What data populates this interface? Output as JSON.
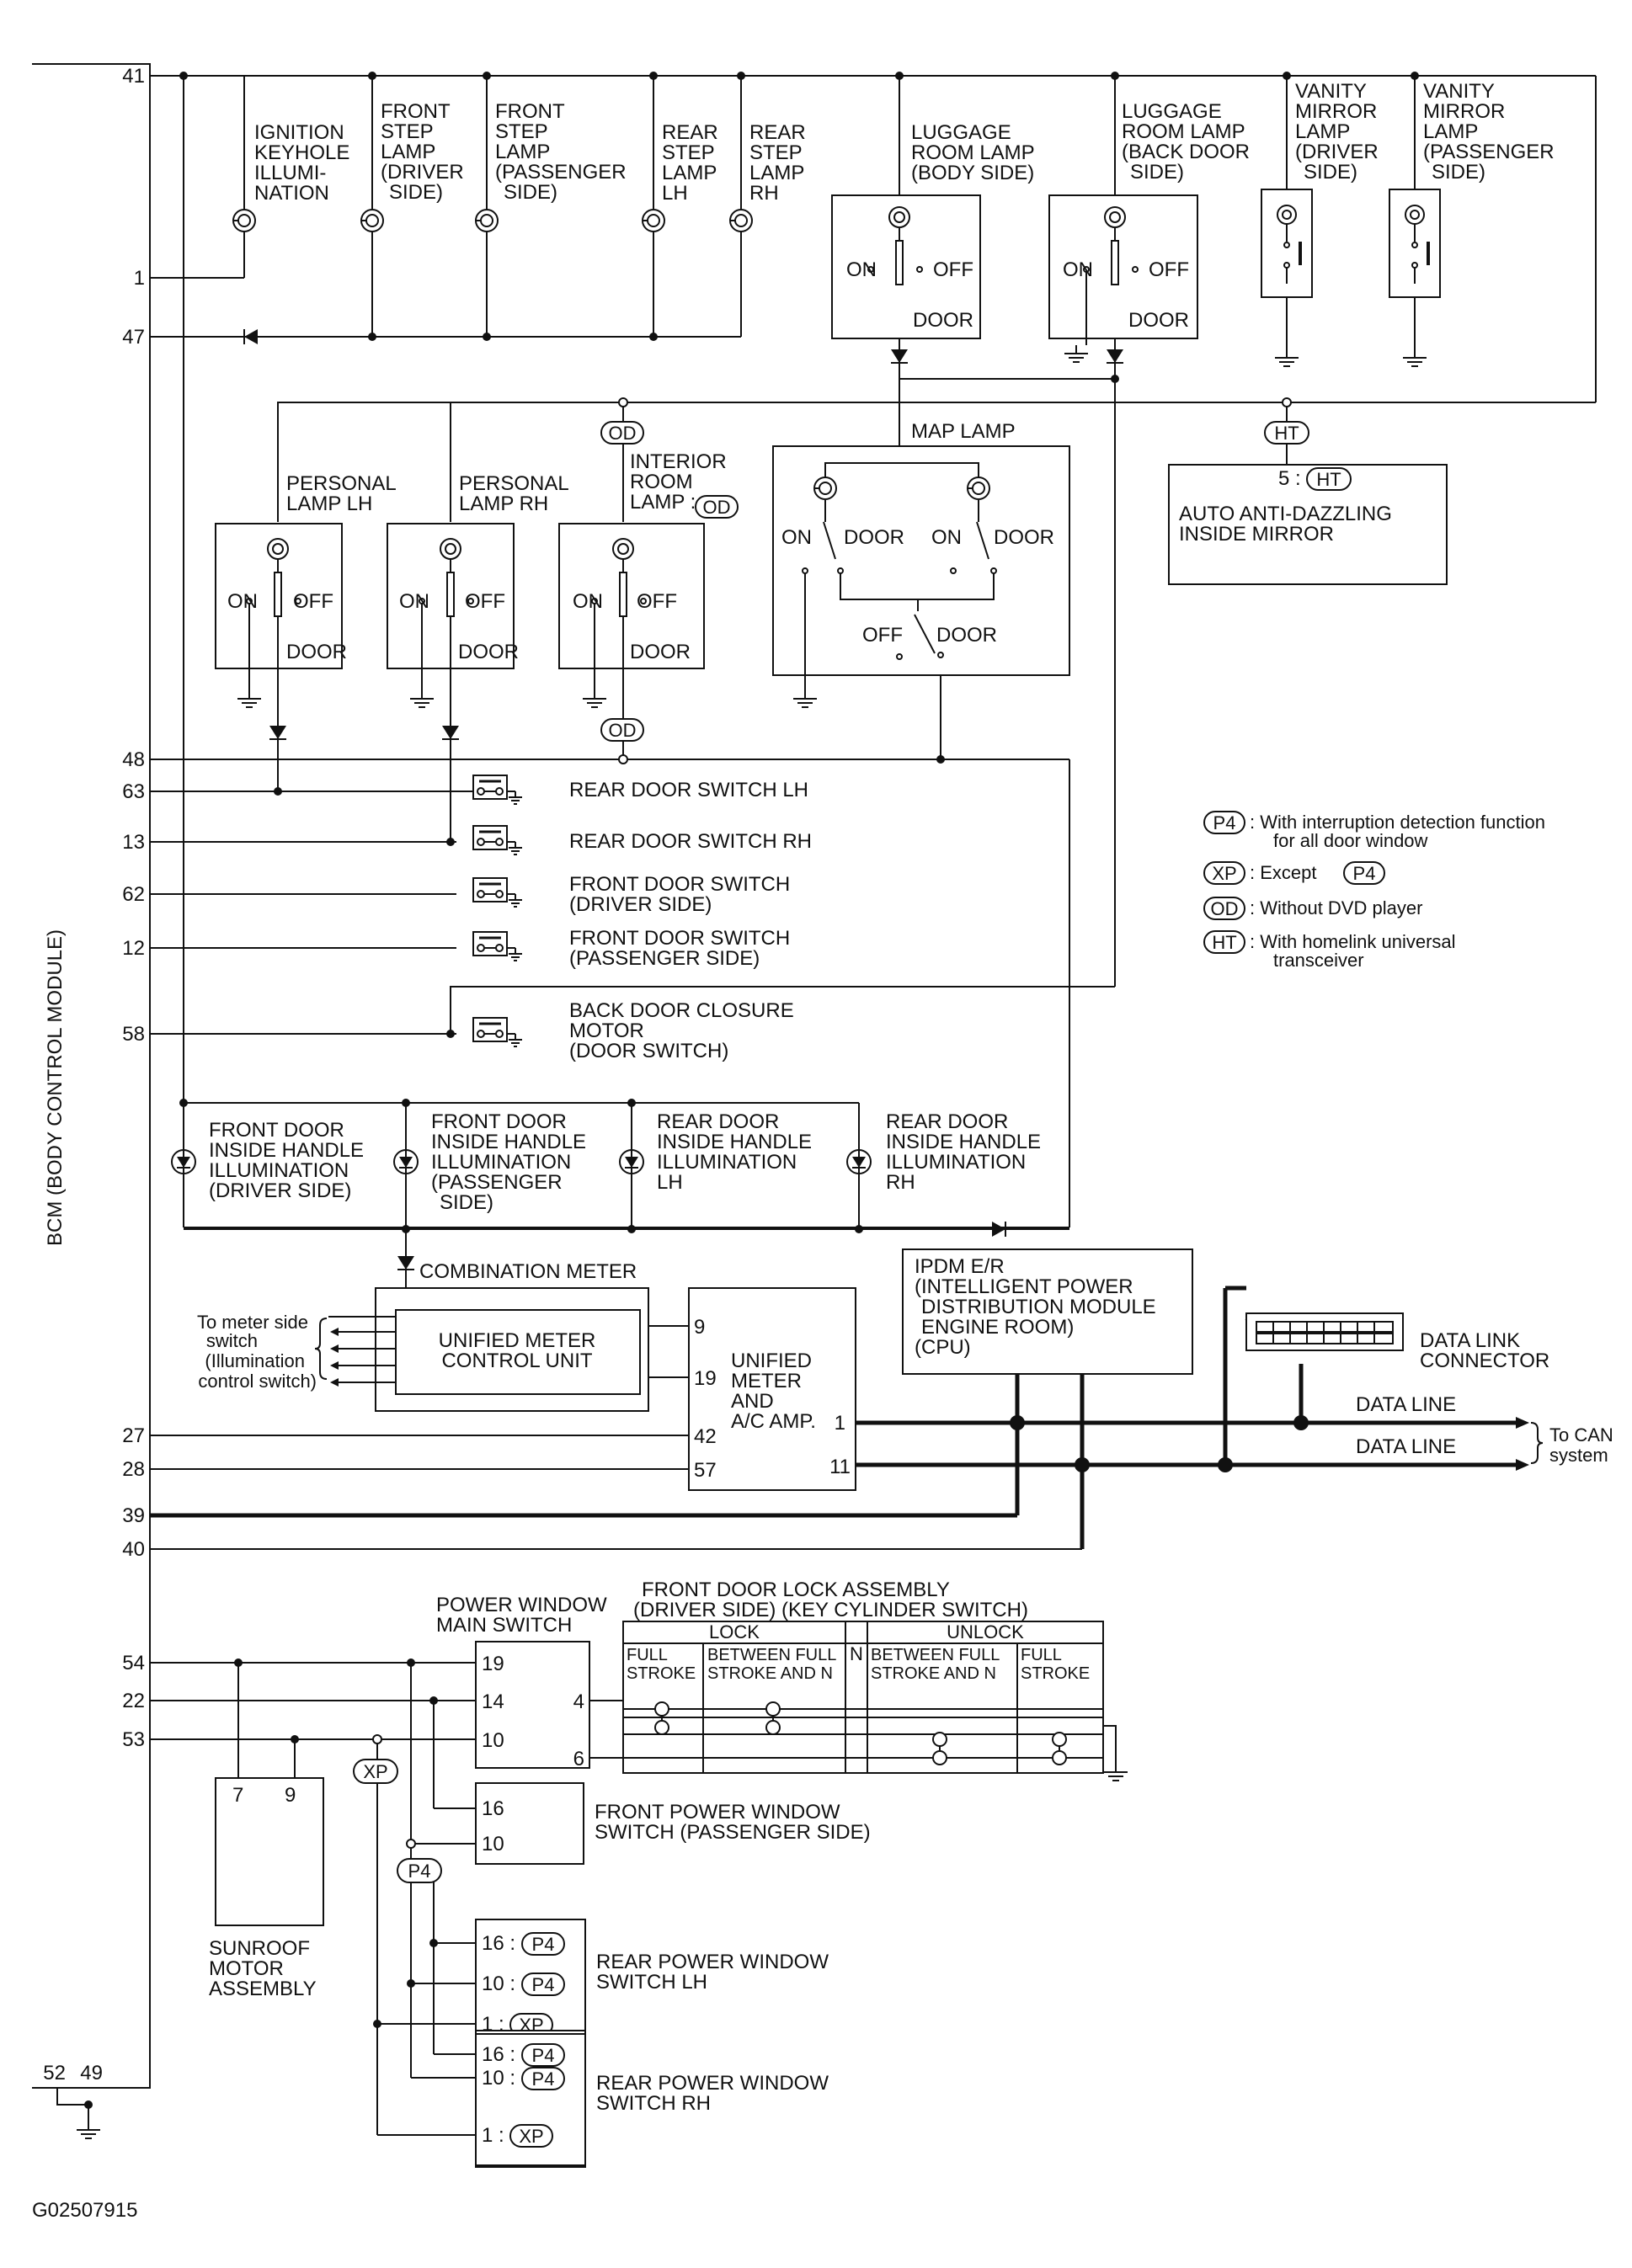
{
  "bcm_label": "BCM (BODY CONTROL MODULE)",
  "figure_id": "G02507915",
  "pins": {
    "p41": "41",
    "p1": "1",
    "p47": "47",
    "p48": "48",
    "p63": "63",
    "p13": "13",
    "p62": "62",
    "p12": "12",
    "p58": "58",
    "p27": "27",
    "p28": "28",
    "p39": "39",
    "p40": "40",
    "p54": "54",
    "p22": "22",
    "p53": "53",
    "p52": "52",
    "p49": "49"
  },
  "top_lamps": {
    "ign": [
      "IGNITION",
      "KEYHOLE",
      "ILLUMI-",
      "NATION"
    ],
    "fsd": [
      "FRONT",
      "STEP",
      "LAMP",
      "(DRIVER",
      "SIDE)"
    ],
    "fsp": [
      "FRONT",
      "STEP",
      "LAMP",
      "(PASSENGER",
      "SIDE)"
    ],
    "rsl": [
      "REAR",
      "STEP",
      "LAMP",
      "LH"
    ],
    "rsr": [
      "REAR",
      "STEP",
      "LAMP",
      "RH"
    ],
    "lrb": [
      "LUGGAGE",
      "ROOM LAMP",
      "(BODY SIDE)"
    ],
    "lrd": [
      "LUGGAGE",
      "ROOM LAMP",
      "(BACK DOOR",
      "SIDE)"
    ],
    "vmd": [
      "VANITY",
      "MIRROR",
      "LAMP",
      "(DRIVER",
      "SIDE)"
    ],
    "vmp": [
      "VANITY",
      "MIRROR",
      "LAMP",
      "(PASSENGER",
      "SIDE)"
    ]
  },
  "sw": {
    "on": "ON",
    "off": "OFF",
    "door": "DOOR"
  },
  "mid_lamps": {
    "plh": [
      "PERSONAL",
      "LAMP LH"
    ],
    "prh": [
      "PERSONAL",
      "LAMP RH"
    ],
    "irl": [
      "INTERIOR",
      "ROOM",
      "LAMP :"
    ],
    "map": "MAP LAMP",
    "mirror": [
      "AUTO ANTI-DAZZLING",
      "INSIDE MIRROR"
    ],
    "mirror_pin": "5 :"
  },
  "codes": {
    "OD": "OD",
    "HT": "HT",
    "P4": "P4",
    "XP": "XP"
  },
  "switches": {
    "rdl": "REAR DOOR SWITCH LH",
    "rdr": "REAR DOOR SWITCH RH",
    "fdd": [
      "FRONT DOOR SWITCH",
      "(DRIVER SIDE)"
    ],
    "fdp": [
      "FRONT DOOR SWITCH",
      "(PASSENGER SIDE)"
    ],
    "bdc": [
      "BACK DOOR CLOSURE",
      "MOTOR",
      "(DOOR SWITCH)"
    ]
  },
  "legend": [
    {
      "code": "P4",
      "text": [
        ": With interruption detection function",
        "for all door window"
      ]
    },
    {
      "code": "XP",
      "text": [
        ": Except"
      ],
      "ref": "P4"
    },
    {
      "code": "OD",
      "text": [
        ": Without DVD player"
      ]
    },
    {
      "code": "HT",
      "text": [
        ": With homelink universal",
        "transceiver"
      ]
    }
  ],
  "handles": {
    "h1": [
      "FRONT DOOR",
      "INSIDE HANDLE",
      "ILLUMINATION",
      "(DRIVER SIDE)"
    ],
    "h2": [
      "FRONT DOOR",
      "INSIDE HANDLE",
      "ILLUMINATION",
      "(PASSENGER",
      "SIDE)"
    ],
    "h3": [
      "REAR DOOR",
      "INSIDE HANDLE",
      "ILLUMINATION",
      "LH"
    ],
    "h4": [
      "REAR DOOR",
      "INSIDE HANDLE",
      "ILLUMINATION",
      "RH"
    ]
  },
  "meter": {
    "combo": "COMBINATION METER",
    "umcu": [
      "UNIFIED METER",
      "CONTROL UNIT"
    ],
    "side": [
      "To meter side",
      "switch",
      "(Illumination",
      "control switch)"
    ],
    "amp": [
      "UNIFIED",
      "METER",
      "AND",
      "A/C AMP."
    ],
    "pins": {
      "a9": "9",
      "a19": "19",
      "a42": "42",
      "a57": "57",
      "a1": "1",
      "a11": "11"
    }
  },
  "ipdm": [
    "IPDM E/R",
    "(INTELLIGENT POWER",
    "DISTRIBUTION MODULE",
    "ENGINE ROOM)",
    "(CPU)"
  ],
  "dlc": [
    "DATA LINK",
    "CONNECTOR"
  ],
  "data_line": "DATA LINE",
  "can": [
    "To CAN",
    "system"
  ],
  "pw_main": {
    "title": [
      "POWER WINDOW",
      "MAIN SWITCH"
    ],
    "pins": {
      "m19": "19",
      "m14": "14",
      "m10": "10",
      "m4": "4",
      "m6": "6"
    }
  },
  "lock_assy": {
    "title": [
      "FRONT DOOR LOCK ASSEMBLY",
      "(DRIVER SIDE) (KEY CYLINDER SWITCH)"
    ],
    "lock": "LOCK",
    "unlock": "UNLOCK",
    "n": "N",
    "cols": [
      [
        "FULL",
        "STROKE"
      ],
      [
        "BETWEEN FULL",
        "STROKE AND N"
      ],
      [
        "BETWEEN FULL",
        "STROKE AND N"
      ],
      [
        "FULL",
        "STROKE"
      ]
    ]
  },
  "sunroof": {
    "pins": {
      "s7": "7",
      "s9": "9"
    },
    "label": [
      "SUNROOF",
      "MOTOR",
      "ASSEMBLY"
    ]
  },
  "fpw": {
    "pins": {
      "f16": "16",
      "f10": "10"
    },
    "label": [
      "FRONT POWER WINDOW",
      "SWITCH (PASSENGER SIDE)"
    ]
  },
  "rpl": {
    "pins": {
      "r16": "16 :",
      "r10": "10 :",
      "r1": "1 :"
    },
    "label": [
      "REAR POWER WINDOW",
      "SWITCH LH"
    ]
  },
  "rpr": {
    "pins": {
      "r16": "16 :",
      "r10": "10 :",
      "r1": "1 :"
    },
    "label": [
      "REAR POWER WINDOW",
      "SWITCH RH"
    ]
  }
}
